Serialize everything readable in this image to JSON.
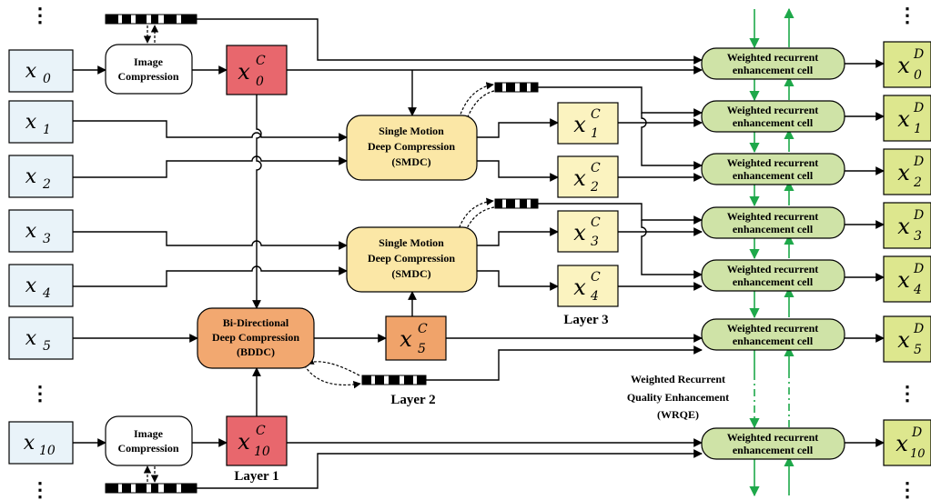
{
  "colors": {
    "input_box": "#e9f3f9",
    "output_box": "#dde78e",
    "key_frame": "#e8676d",
    "mid_frame": "#f0a36a",
    "smdc_frame": "#fbf3c0",
    "smdc_box": "#fbe7a6",
    "bddc_box": "#f2a870",
    "cell": "#cfe3a7",
    "green_arrow": "#1ea84a"
  },
  "inputs": [
    {
      "base": "x",
      "sub": "0"
    },
    {
      "base": "x",
      "sub": "1"
    },
    {
      "base": "x",
      "sub": "2"
    },
    {
      "base": "x",
      "sub": "3"
    },
    {
      "base": "x",
      "sub": "4"
    },
    {
      "base": "x",
      "sub": "5"
    },
    {
      "base": "x",
      "sub": "10"
    }
  ],
  "compressed": [
    {
      "base": "x",
      "sub": "0",
      "sup": "C"
    },
    {
      "base": "x",
      "sub": "1",
      "sup": "C"
    },
    {
      "base": "x",
      "sub": "2",
      "sup": "C"
    },
    {
      "base": "x",
      "sub": "3",
      "sup": "C"
    },
    {
      "base": "x",
      "sub": "4",
      "sup": "C"
    },
    {
      "base": "x",
      "sub": "5",
      "sup": "C"
    },
    {
      "base": "x",
      "sub": "10",
      "sup": "C"
    }
  ],
  "outputs": [
    {
      "base": "x",
      "sub": "0",
      "sup": "D"
    },
    {
      "base": "x",
      "sub": "1",
      "sup": "D"
    },
    {
      "base": "x",
      "sub": "2",
      "sup": "D"
    },
    {
      "base": "x",
      "sub": "3",
      "sup": "D"
    },
    {
      "base": "x",
      "sub": "4",
      "sup": "D"
    },
    {
      "base": "x",
      "sub": "5",
      "sup": "D"
    },
    {
      "base": "x",
      "sub": "10",
      "sup": "D"
    }
  ],
  "image_compression": [
    "Image",
    "Compression"
  ],
  "smdc": [
    "Single Motion",
    "Deep Compression",
    "(SMDC)"
  ],
  "bddc": [
    "Bi-Directional",
    "Deep Compression",
    "(BDDC)"
  ],
  "cell": [
    "Weighted recurrent",
    "enhancement cell"
  ],
  "wrqe": [
    "Weighted Recurrent",
    "Quality Enhancement",
    "(WRQE)"
  ],
  "layers": {
    "layer1": "Layer 1",
    "layer2": "Layer 2",
    "layer3": "Layer 3"
  },
  "ellipsis": "⋮"
}
